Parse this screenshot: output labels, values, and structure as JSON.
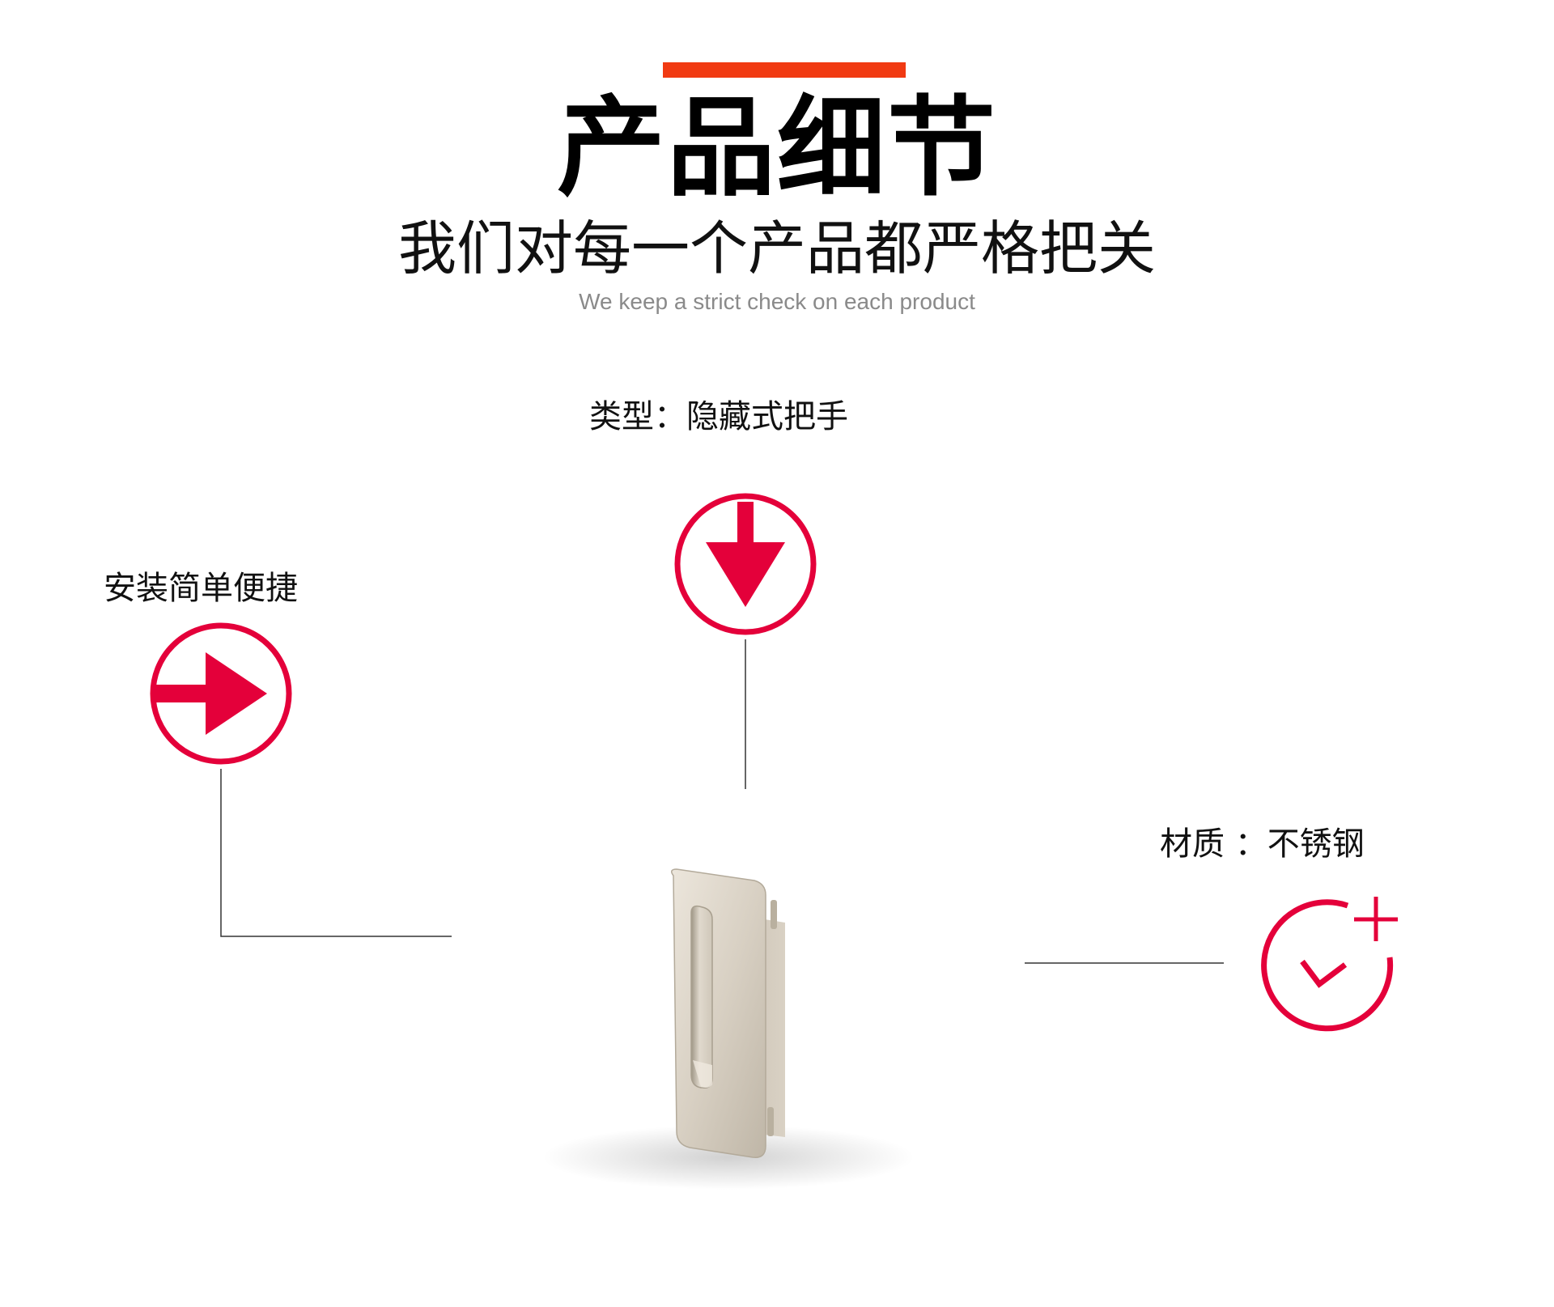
{
  "header": {
    "title": "产品细节",
    "subtitle": "我们对每一个产品都严格把关",
    "subtitle_en": "We keep a strict check on each product"
  },
  "features": {
    "type_label": "类型：隐藏式把手",
    "install_label": "安装简单便捷",
    "material_label": "材质 ：不锈钢"
  },
  "icons": {
    "type": "arrow-down-circle-icon",
    "install": "arrow-right-circle-icon",
    "material": "clock-plus-icon"
  },
  "colors": {
    "accent_bar": "#f13a12",
    "icon_red": "#e4003a",
    "line": "#333333",
    "handle": "#d8d0c3"
  },
  "product": {
    "name": "recessed-flush-handle"
  }
}
